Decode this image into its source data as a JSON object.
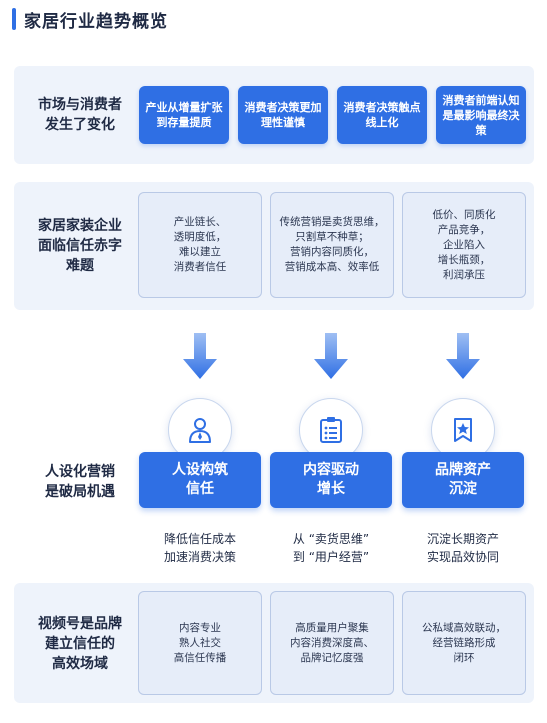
{
  "header": {
    "title": "家居行业趋势概览"
  },
  "row1": {
    "label": "市场与消费者\n发生了变化",
    "boxes": [
      "产业从增量扩张到存量提质",
      "消费者决策更加理性谨慎",
      "消费者决策触点线上化",
      "消费者前端认知是最影响最终决策"
    ]
  },
  "row2": {
    "label": "家居家装企业\n面临信任赤字\n难题",
    "boxes": [
      "产业链长、\n透明度低，\n难以建立\n消费者信任",
      "传统营销是卖货思维，\n只割草不种草；\n营销内容同质化，\n营销成本高、效率低",
      "低价、同质化\n产品竞争，\n企业陷入\n增长瓶颈，\n利润承压"
    ]
  },
  "row3": {
    "label": "人设化营销\n是破局机遇",
    "pillars": [
      {
        "icon": "person-icon",
        "label": "人设构筑\n信任",
        "caption": "降低信任成本\n加速消费决策"
      },
      {
        "icon": "clipboard-icon",
        "label": "内容驱动\n增长",
        "caption": "从 “卖货思维”\n到 “用户经营”"
      },
      {
        "icon": "star-badge-icon",
        "label": "品牌资产\n沉淀",
        "caption": "沉淀长期资产\n实现品效协同"
      }
    ]
  },
  "row4": {
    "label": "视频号是品牌\n建立信任的\n高效场域",
    "boxes": [
      "内容专业\n熟人社交\n高信任传播",
      "高质量用户聚集\n内容消费深度高、\n品牌记忆度强",
      "公私域高效联动，\n经营链路形成\n闭环"
    ]
  },
  "colors": {
    "accent": "#2f6fe4",
    "band": "#eef3fb",
    "light_box": "#e6edf9"
  }
}
